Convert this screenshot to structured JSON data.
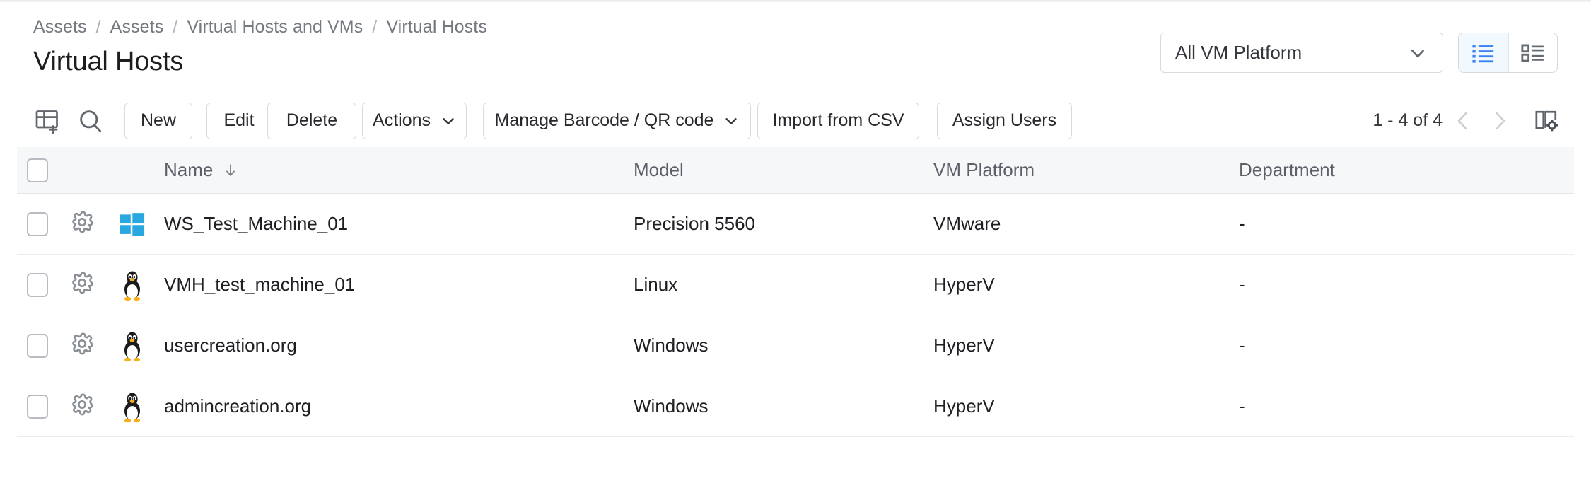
{
  "breadcrumb": {
    "items": [
      "Assets",
      "Assets",
      "Virtual Hosts and VMs",
      "Virtual Hosts"
    ],
    "separator": "/"
  },
  "page": {
    "title": "Virtual Hosts"
  },
  "header": {
    "platform_filter": {
      "selected": "All VM Platform",
      "icon": "chevron-down-icon"
    },
    "view_toggle": {
      "list_view": "list-view-icon",
      "detail_view": "detail-view-icon",
      "active": "list_view",
      "active_color": "#3b82f6",
      "active_bg": "#f1f8fe"
    }
  },
  "toolbar": {
    "add_column_icon": "add-column-icon",
    "search_icon": "search-icon",
    "buttons": [
      {
        "label": "New",
        "dropdown": false
      },
      {
        "label": "Edit",
        "dropdown": false
      },
      {
        "label": "Delete",
        "dropdown": false
      },
      {
        "label": "Actions",
        "dropdown": true
      },
      {
        "label": "Manage Barcode / QR code",
        "dropdown": true
      },
      {
        "label": "Import from CSV",
        "dropdown": false
      },
      {
        "label": "Assign Users",
        "dropdown": false
      }
    ],
    "pagination": {
      "range": "1 - 4 of 4",
      "prev_icon": "chevron-left-icon",
      "next_icon": "chevron-right-icon",
      "prev_enabled": false,
      "next_enabled": false,
      "column_settings_icon": "column-settings-icon"
    }
  },
  "table": {
    "select_all_checkbox": false,
    "columns": [
      {
        "key": "name",
        "label": "Name",
        "sorted": true,
        "sort_icon": "arrow-down-icon"
      },
      {
        "key": "model",
        "label": "Model",
        "sorted": false
      },
      {
        "key": "platform",
        "label": "VM Platform",
        "sorted": false
      },
      {
        "key": "department",
        "label": "Department",
        "sorted": false
      }
    ],
    "rows": [
      {
        "checked": false,
        "gear_icon": "gear-icon",
        "os_icon": "windows-icon",
        "name": "WS_Test_Machine_01",
        "model": "Precision 5560",
        "platform": "VMware",
        "department": "-"
      },
      {
        "checked": false,
        "gear_icon": "gear-icon",
        "os_icon": "linux-icon",
        "name": "VMH_test_machine_01",
        "model": "Linux",
        "platform": "HyperV",
        "department": "-"
      },
      {
        "checked": false,
        "gear_icon": "gear-icon",
        "os_icon": "linux-icon",
        "name": "usercreation.org",
        "model": "Windows",
        "platform": "HyperV",
        "department": "-"
      },
      {
        "checked": false,
        "gear_icon": "gear-icon",
        "os_icon": "linux-icon",
        "name": "admincreation.org",
        "model": "Windows",
        "platform": "HyperV",
        "department": "-"
      }
    ]
  },
  "colors": {
    "windows_blue": "#29a8e0",
    "header_bg": "#f6f7f9",
    "text_primary": "#1d1f22",
    "text_muted": "#74787f",
    "border": "#e4e6e9"
  }
}
